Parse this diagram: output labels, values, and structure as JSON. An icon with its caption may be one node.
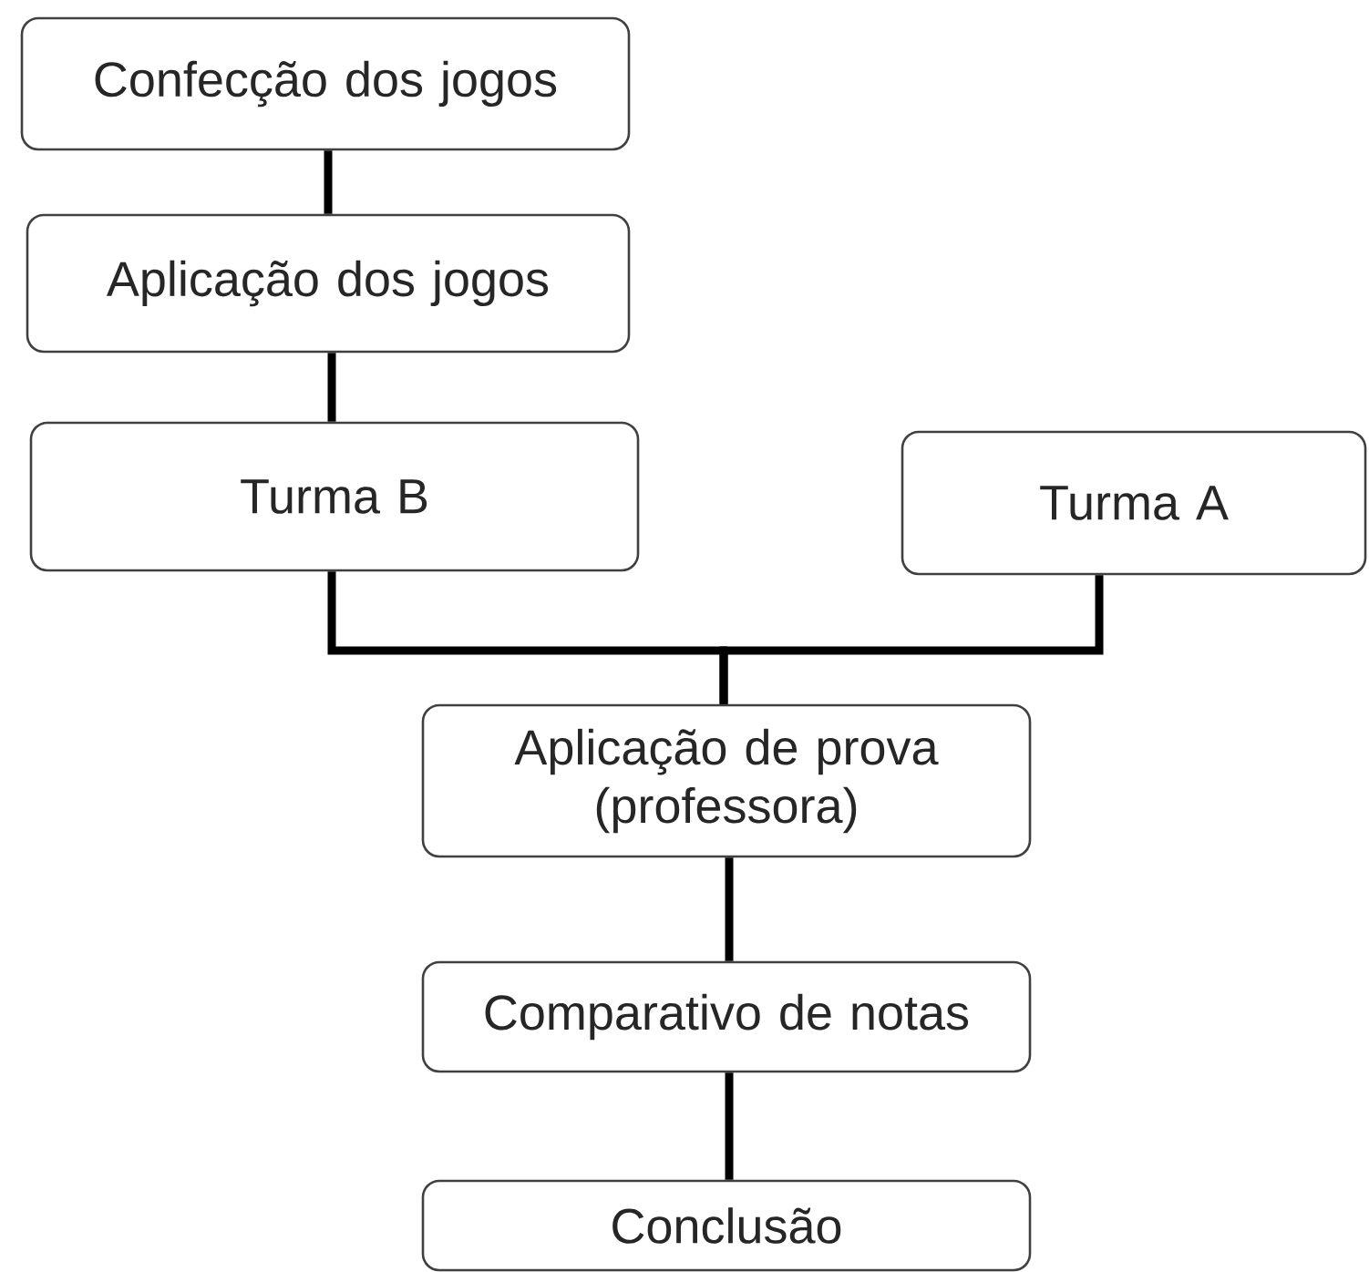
{
  "diagram": {
    "nodes": [
      {
        "text": [
          "Confecção dos jogos"
        ]
      },
      {
        "text": [
          "Aplicação dos jogos"
        ]
      },
      {
        "text": [
          "Turma B"
        ]
      },
      {
        "text": [
          "Turma A"
        ]
      },
      {
        "text": [
          "Aplicação de prova (professora)"
        ]
      },
      {
        "text": [
          "Comparativo de notas"
        ]
      },
      {
        "text": [
          "Conclusão"
        ]
      }
    ],
    "edges": [
      {
        "from": 0,
        "to": 1,
        "arrow": "none"
      },
      {
        "from": 1,
        "to": 2,
        "arrow": "none"
      },
      {
        "from": 2,
        "to": 4,
        "arrow": "none"
      },
      {
        "from": 3,
        "to": 4,
        "arrow": "none"
      },
      {
        "from": 4,
        "to": 5,
        "arrow": "none"
      },
      {
        "from": 5,
        "to": 6,
        "arrow": "none"
      }
    ]
  }
}
